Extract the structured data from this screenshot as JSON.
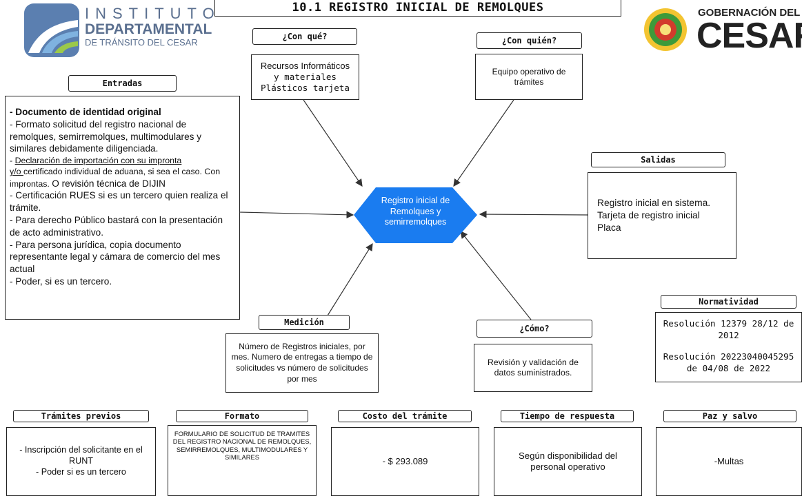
{
  "title": "10.1 REGISTRO INICIAL DE REMOLQUES",
  "logo_left": {
    "line1": "INSTITUTO",
    "line2": "DEPARTAMENTAL",
    "line3": "DE TRÁNSITO DEL CESAR"
  },
  "logo_right": {
    "line1": "GOBERNACIÓN DEL",
    "line2": "CESAR"
  },
  "center": {
    "line1": "Registro inicial de",
    "line2": "Remolques y",
    "line3": "semirremolques",
    "color": "#1a7cf0"
  },
  "con_que": {
    "header": "¿Con qué?",
    "line1": "Recursos Informáticos",
    "line2": "y materiales",
    "line3": "Plásticos tarjeta"
  },
  "con_quien": {
    "header": "¿Con quién?",
    "line1": "Equipo operativo de",
    "line2": "trámites"
  },
  "entradas": {
    "header": "Entradas",
    "item1": "- Documento de identidad original",
    "item2": "- Formato solicitud del registro nacional de remolques, semirremolques, multimodulares y similares debidamente diligenciada.",
    "item3_prefix": "- ",
    "item3_underlined_a": "Declaración de importación con su impronta",
    "item3_underlined_b": "y/o ",
    "item3_rest_small": "certificado individual de aduana, si sea el caso. Con improntas. ",
    "item3_tail": "O revisión técnica de DIJIN",
    "item4": "- Certificación RUES si es un tercero quien realiza el trámite.",
    "item5": "- Para derecho Público bastará con la presentación de acto administrativo.",
    "item6": "- Para persona jurídica, copia documento representante legal y cámara de comercio del mes actual",
    "item7": "- Poder, si es un tercero."
  },
  "salidas": {
    "header": "Salidas",
    "line1": "Registro inicial en sistema.",
    "line2": "Tarjeta de registro inicial",
    "line3": "Placa"
  },
  "medicion": {
    "header": "Medición",
    "text": "Número de Registros iniciales, por mes. Numero de entregas a tiempo de solicitudes vs número de solicitudes por mes"
  },
  "como": {
    "header": "¿Cómo?",
    "line1": "Revisión y validación de",
    "line2": "datos suministrados."
  },
  "normatividad": {
    "header": "Normatividad",
    "res1": "Resolución 12379 28/12 de 2012",
    "res2": "Resolución 20223040045295 de 04/08 de 2022"
  },
  "bottom": {
    "tramites": {
      "header": "Trámites previos",
      "line1": "- Inscripción del solicitante en el",
      "line2": "RUNT",
      "line3": "- Poder si es un tercero"
    },
    "formato": {
      "header": "Formato",
      "text": "FORMULARIO DE SOLICITUD DE TRAMITES DEL REGISTRO NACIONAL DE REMOLQUES, SEMIRREMOLQUES, MULTIMODULARES Y SIMILARES"
    },
    "costo": {
      "header": "Costo del trámite",
      "text": "- $ 293.089"
    },
    "tiempo": {
      "header": "Tiempo de respuesta",
      "line1": "Según disponibilidad del",
      "line2": "personal operativo"
    },
    "paz": {
      "header": "Paz y salvo",
      "text": "-Multas"
    }
  }
}
